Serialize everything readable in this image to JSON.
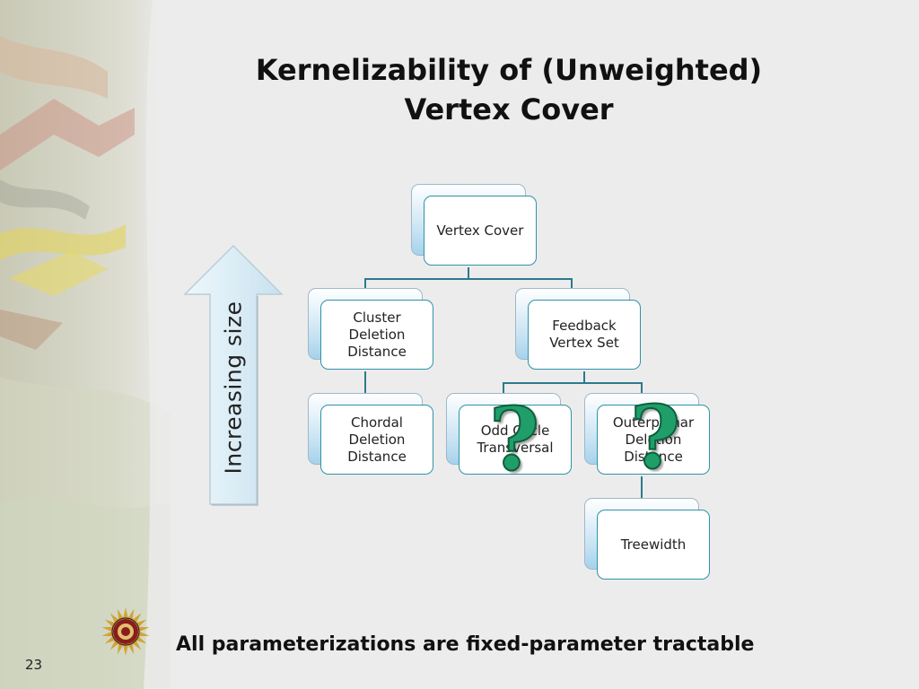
{
  "slide": {
    "title_line1": "Kernelizability of (Unweighted)",
    "title_line2": "Vertex Cover",
    "arrow_label": "Increasing size",
    "footer": "All parameterizations are fixed-parameter tractable",
    "page_number": "23"
  },
  "nodes": {
    "vertex_cover": "Vertex Cover",
    "cluster_deletion": "Cluster\nDeletion\nDistance",
    "feedback_vertex_set": "Feedback\nVertex Set",
    "chordal_deletion": "Chordal\nDeletion\nDistance",
    "odd_cycle_transversal": "Odd Cycle\nTransversal",
    "outerplanar_deletion": "Outerplanar\nDeletion\nDistance",
    "treewidth": "Treewidth"
  },
  "question_marks": {
    "symbol": "?"
  },
  "colors": {
    "connector": "#2b7a8c",
    "node_border": "#2f93a6",
    "question_mark": "#1f9e6a",
    "arrow_fill": "#dcedf6"
  }
}
